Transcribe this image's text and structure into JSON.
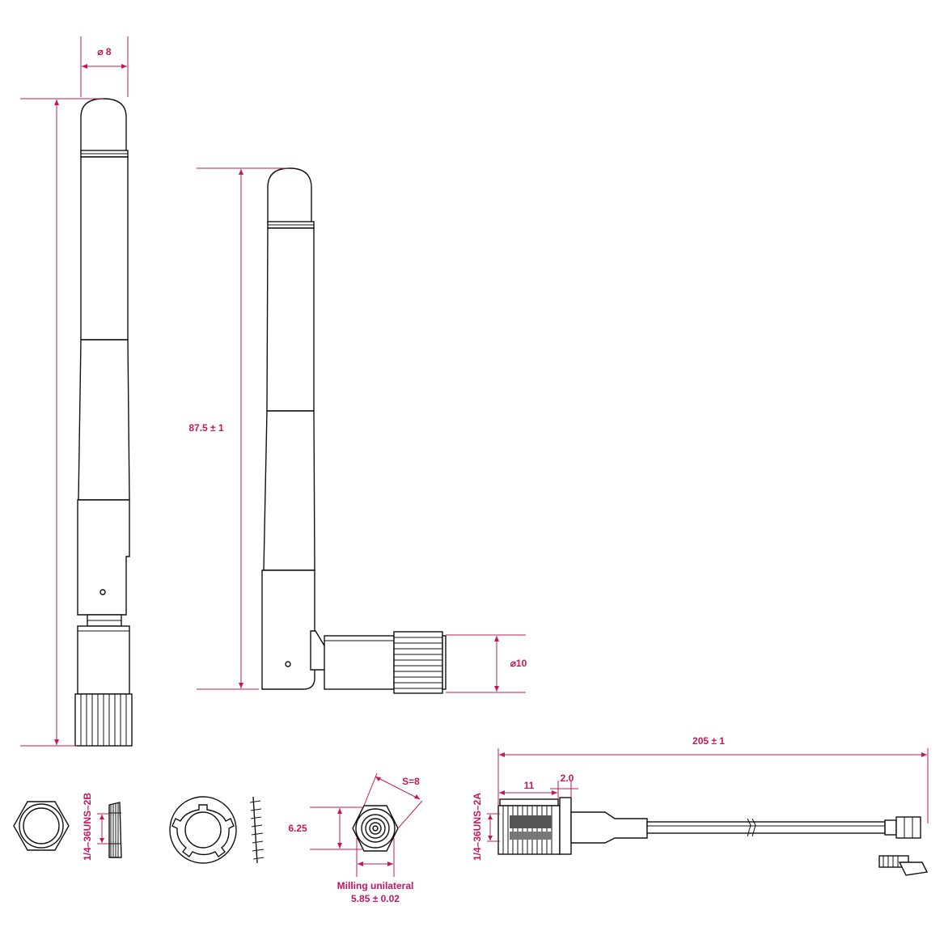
{
  "colors": {
    "dimension": "#c2185b",
    "outline": "#111111",
    "background": "#ffffff"
  },
  "dimensions": {
    "straight_diameter": "⌀ 8",
    "straight_length": "",
    "angled_height": "87.5 ± 1",
    "angled_diameter": "⌀10",
    "nut_thread": "1/4–36UNS–2B",
    "hex_height": "6.25",
    "hex_size": "S=8",
    "milling_line1": "Milling unilateral",
    "milling_line2": "5.85 ± 0.02",
    "cable_length": "205 ± 1",
    "connector_length": "11",
    "flange_thickness": "2.0",
    "cable_thread": "1/4–36UNS–2A"
  }
}
